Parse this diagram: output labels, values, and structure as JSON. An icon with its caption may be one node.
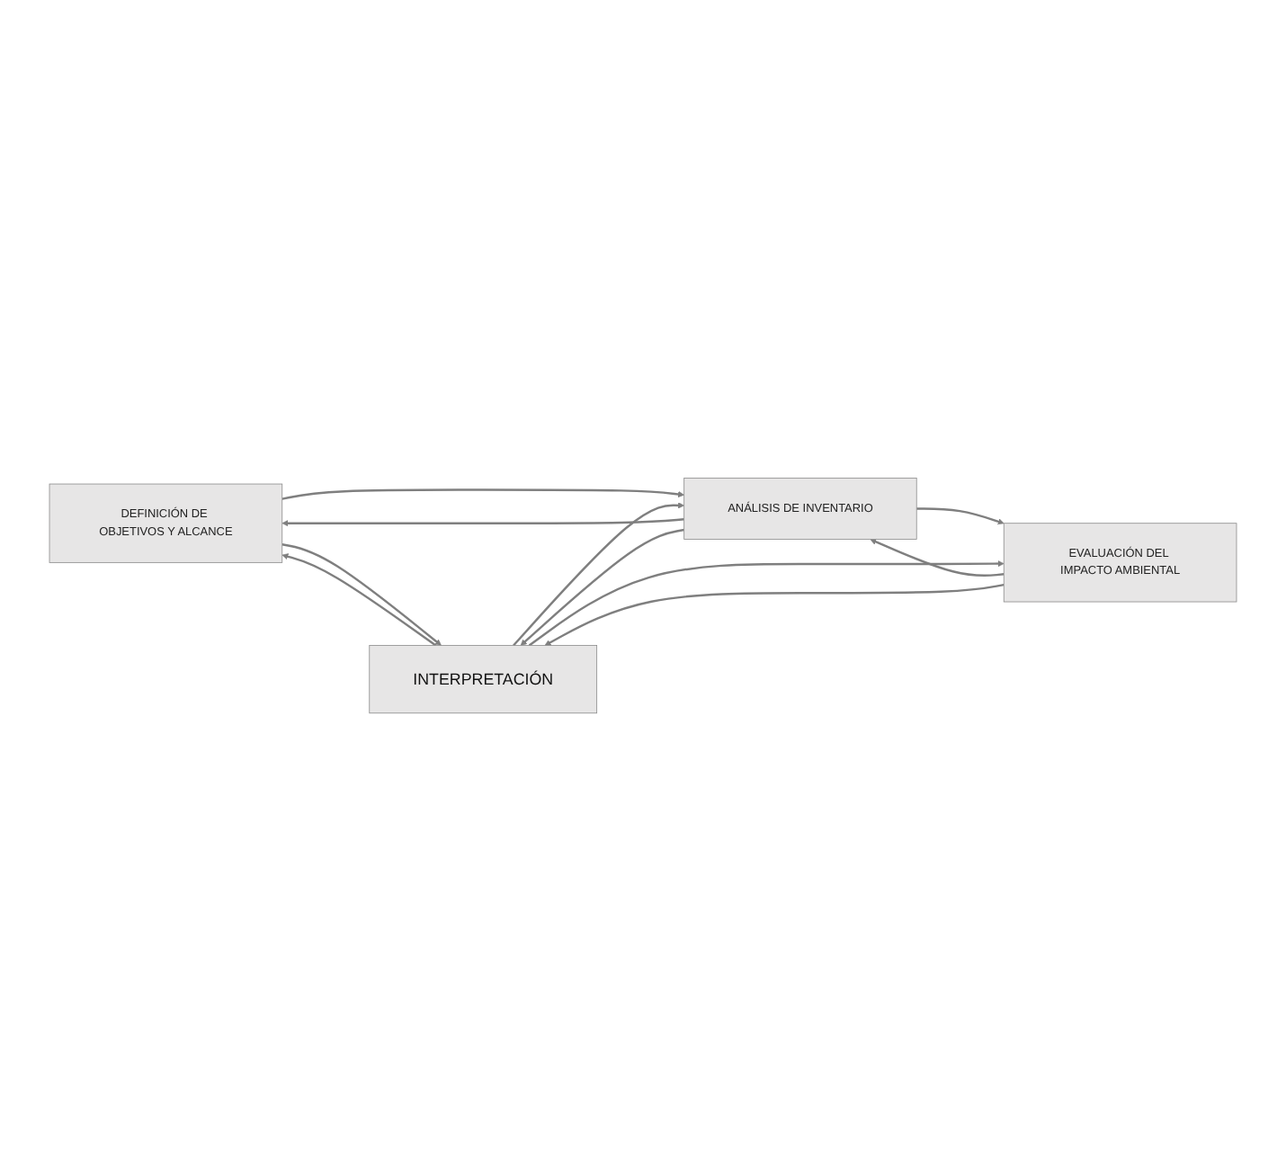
{
  "diagram": {
    "nodes": [
      {
        "text": [
          "DEFINICIÓN DE OBJETIVOS Y ALCANCE"
        ]
      },
      {
        "text": [
          "ANÁLISIS DE INVENTARIO"
        ]
      },
      {
        "text": [
          "EVALUACIÓN DEL IMPACTO AMBIENTAL"
        ]
      },
      {
        "text": [
          "INTERPRETACIÓN"
        ]
      }
    ],
    "edges": [
      {
        "from": 0,
        "to": 3,
        "arrow": "to"
      },
      {
        "from": 3,
        "to": 0,
        "arrow": "to"
      },
      {
        "from": 0,
        "to": 1,
        "arrow": "to"
      },
      {
        "from": 1,
        "to": 0,
        "arrow": "to"
      },
      {
        "from": 1,
        "to": 3,
        "arrow": "to"
      },
      {
        "from": 3,
        "to": 1,
        "arrow": "to"
      },
      {
        "from": 1,
        "to": 2,
        "arrow": "to"
      },
      {
        "from": 2,
        "to": 1,
        "arrow": "to"
      },
      {
        "from": 2,
        "to": 3,
        "arrow": "to"
      },
      {
        "from": 3,
        "to": 2,
        "arrow": "to"
      }
    ]
  }
}
